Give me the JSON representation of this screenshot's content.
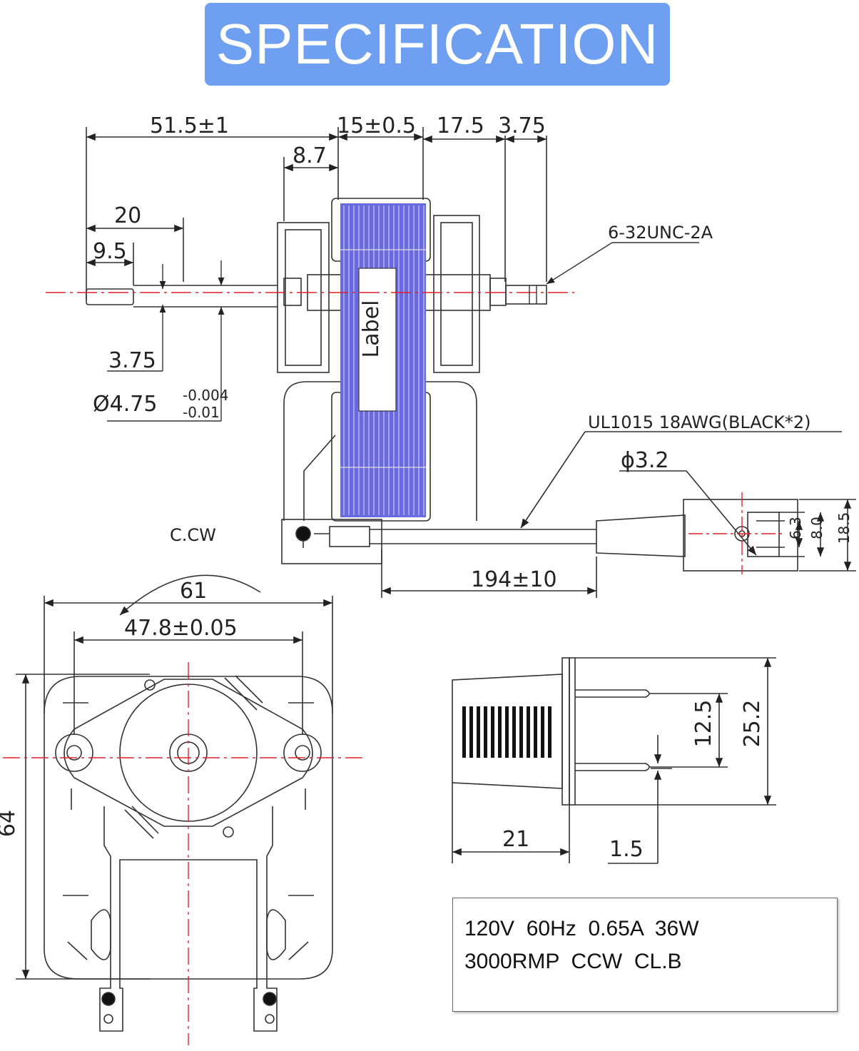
{
  "banner": {
    "title": "SPECIFICATION"
  },
  "side_view": {
    "dims": {
      "total_left": "51.5±1",
      "lamination_width": "15±0.5",
      "right_span": "17.5",
      "thread_length": "3.75",
      "bearing_offset": "8.7",
      "shaft_20": "20",
      "shaft_9_5": "9.5",
      "flat_3_75": "3.75",
      "shaft_dia": "Ø4.75",
      "tol_upper": "-0.004",
      "tol_lower": "-0.01",
      "thread": "6-32UNC-2A",
      "label": "Label"
    }
  },
  "lead": {
    "wire_spec": "UL1015  18AWG(BLACK*2)",
    "hole_dia": "ϕ3.2",
    "length": "194±10",
    "term_6_3": "6.3",
    "term_8_0": "8.0",
    "term_18_5": "18.5"
  },
  "front_view": {
    "rotation": "C.CW",
    "width": "61",
    "hole_spacing": "47.8±0.05",
    "height": "64"
  },
  "plug": {
    "d_12_5": "12.5",
    "d_25_2": "25.2",
    "d_21": "21",
    "d_1_5": "1.5"
  },
  "specs": {
    "line1": "120V  60Hz  0.65A  36W",
    "line2": "3000RMP  CCW  CL.B"
  },
  "colors": {
    "banner": "#6f9ff0",
    "coil": "#6a6ae0",
    "centerline": "#e0202a"
  }
}
